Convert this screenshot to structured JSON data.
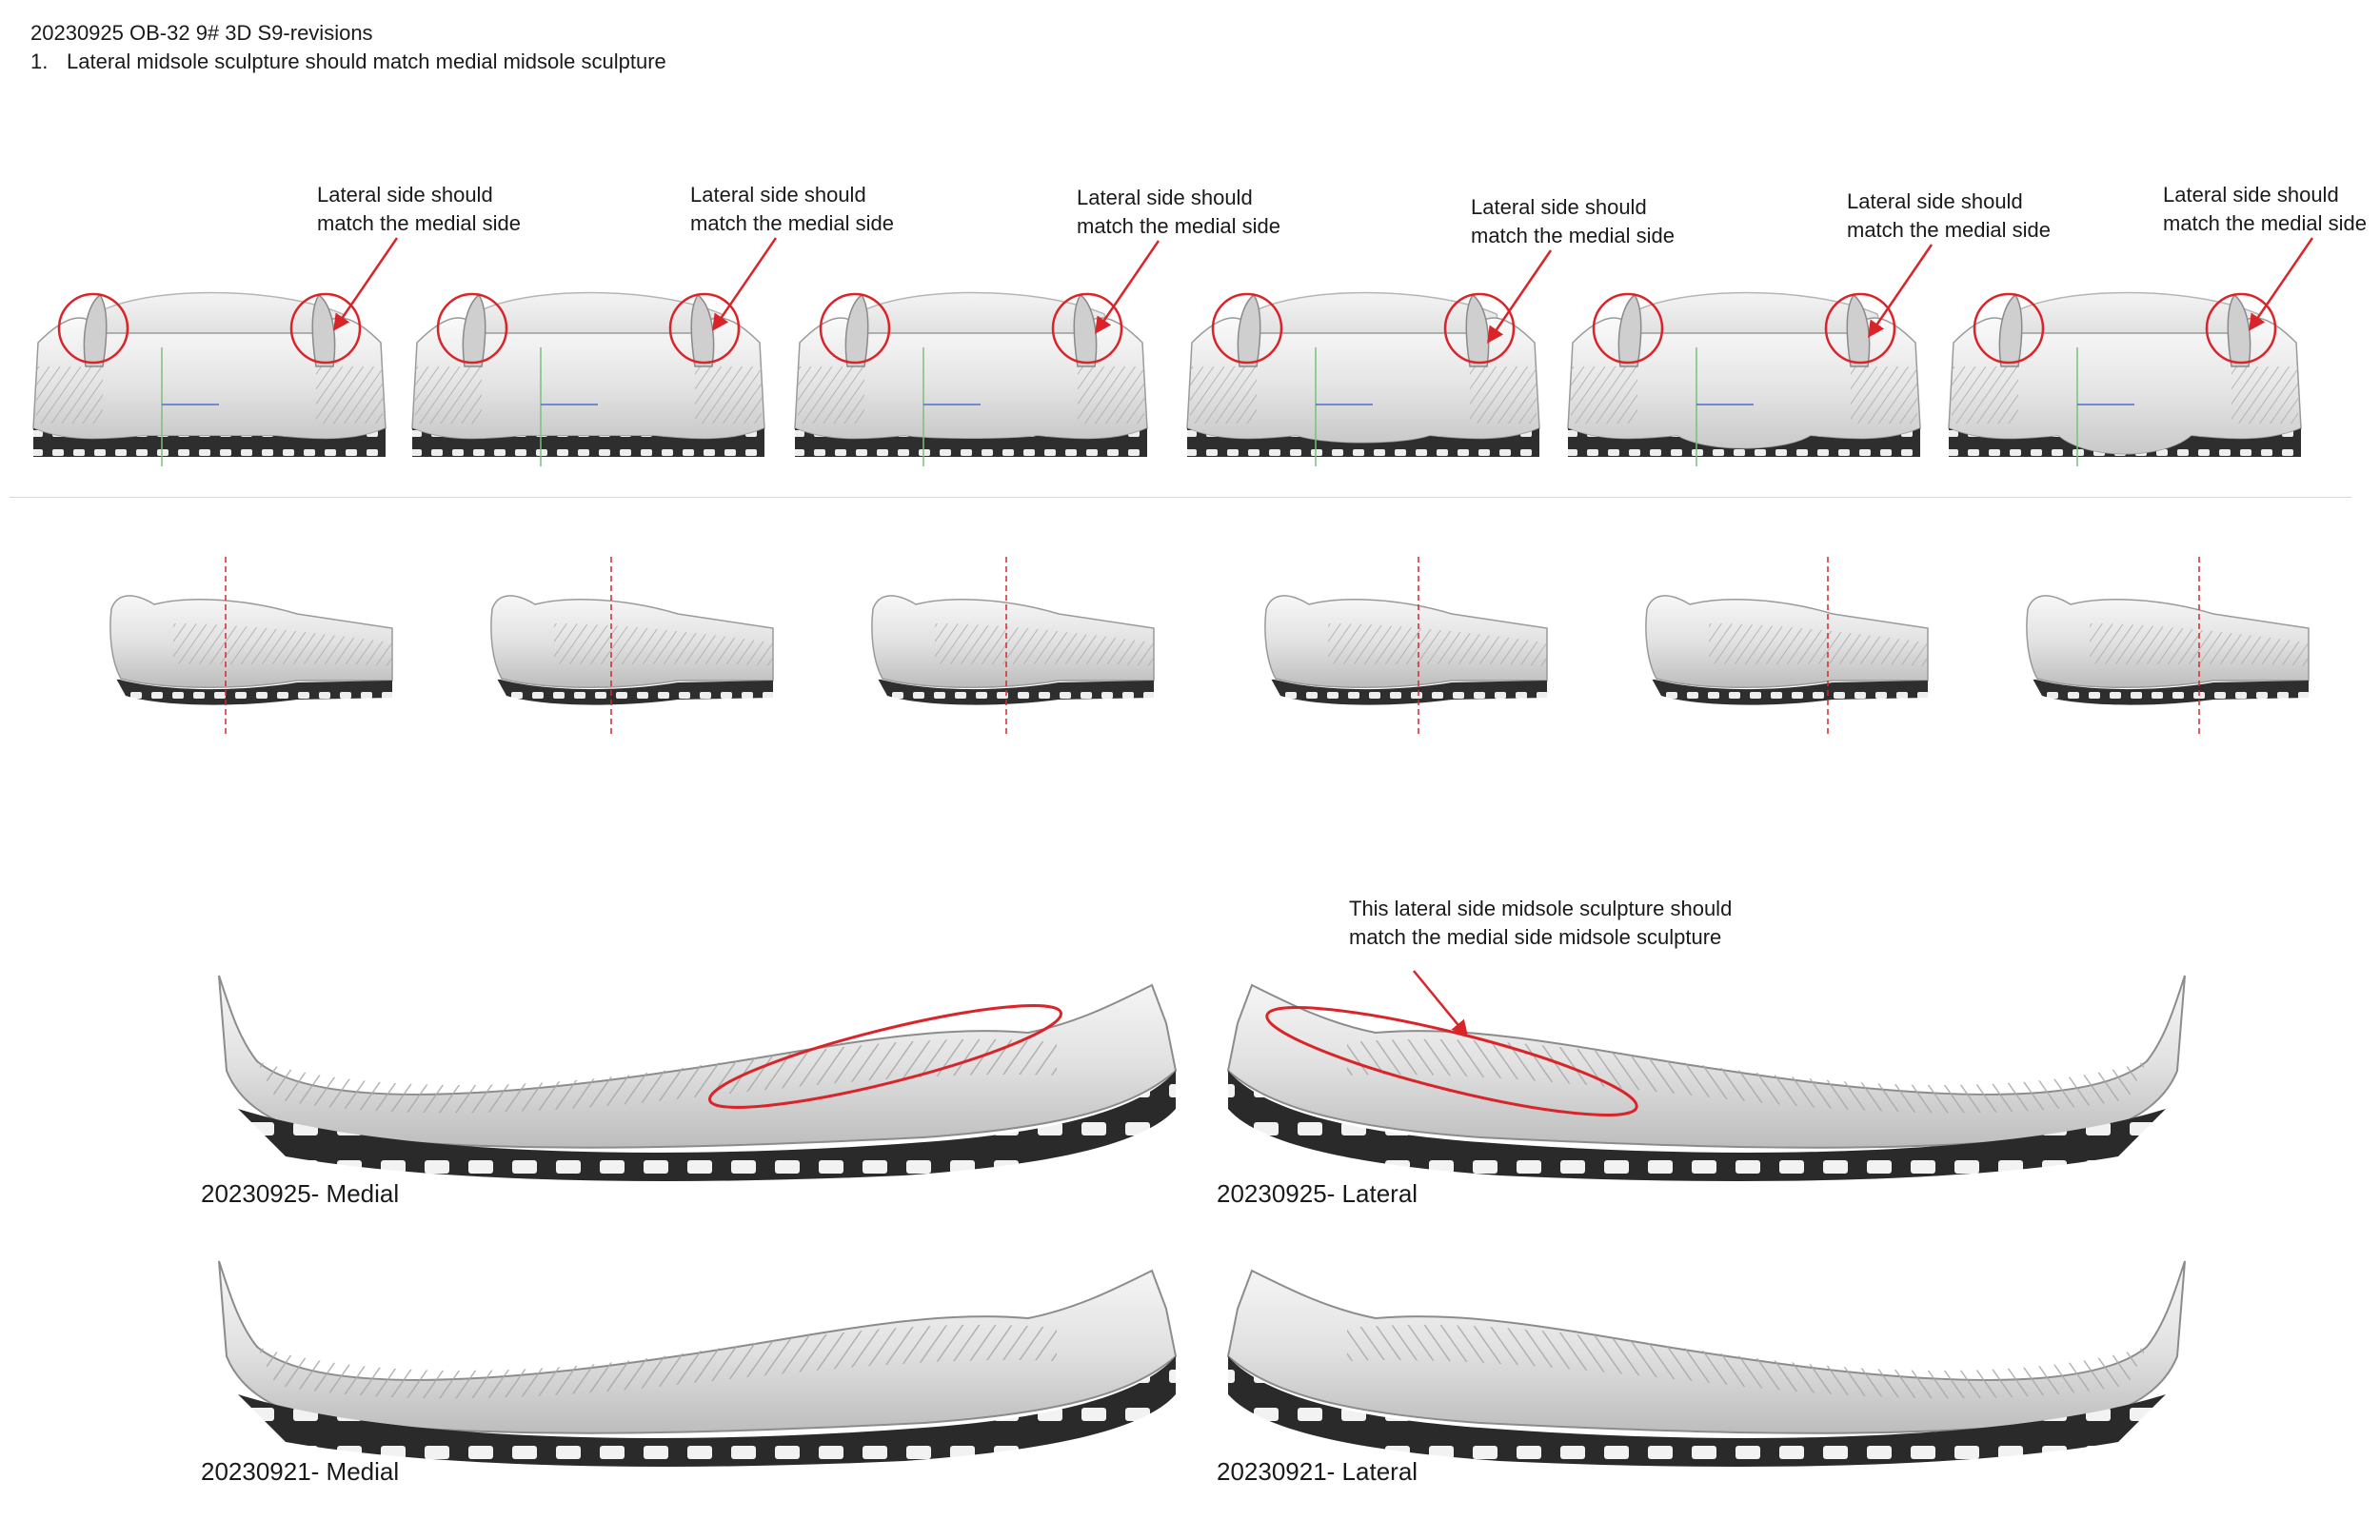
{
  "header": {
    "title": "20230925 OB-32 9# 3D S9-revisions",
    "item_number": "1.",
    "item_text": "Lateral midsole sculpture should match medial midsole sculpture"
  },
  "front_views": {
    "callout": "Lateral side should\nmatch the medial side",
    "count": 6
  },
  "side_views": {
    "count": 6
  },
  "comparison": {
    "callout": "This lateral side midsole sculpture should\nmatch the medial side midsole sculpture",
    "captions": {
      "medial_0925": "20230925- Medial",
      "lateral_0925": "20230925- Lateral",
      "medial_0921": "20230921- Medial",
      "lateral_0921": "20230921- Lateral"
    }
  },
  "colors": {
    "annotation_red": "#d9252a",
    "midsole_grey": "#e6e6e6",
    "outsole_dark": "#2b2b2b"
  }
}
